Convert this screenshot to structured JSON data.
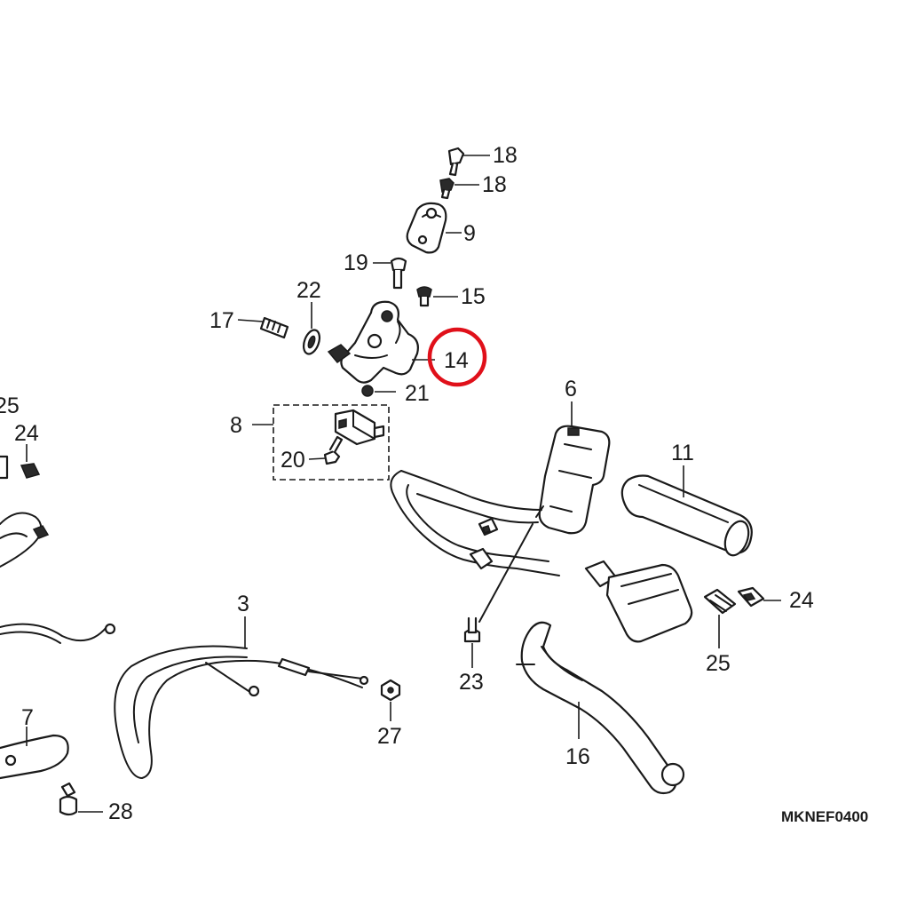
{
  "diagram_code": "MKNEF0400",
  "highlight_color": "#e0101a",
  "highlighted_callout": "14",
  "callouts": {
    "c18a": "18",
    "c18b": "18",
    "c9": "9",
    "c19": "19",
    "c15": "15",
    "c22": "22",
    "c17": "17",
    "c14": "14",
    "c21": "21",
    "c6": "6",
    "c8": "8",
    "c20": "20",
    "c11": "11",
    "c25a": "25",
    "c24a": "24",
    "c3": "3",
    "c24b": "24",
    "c25b": "25",
    "c23": "23",
    "c27": "27",
    "c7": "7",
    "c16": "16",
    "c28": "28"
  }
}
